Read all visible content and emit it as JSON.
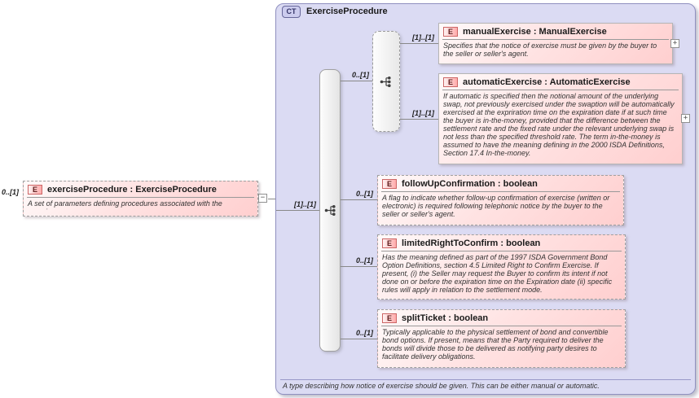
{
  "complex_type": {
    "badge": "CT",
    "name": "ExerciseProcedure",
    "footer": "A type describing how notice of exercise should be given. This can be either manual or automatic."
  },
  "root": {
    "cardinality": "0..[1]",
    "badge": "E",
    "title": "exerciseProcedure : ExerciseProcedure",
    "annotation": "A set of parameters defining procedures associated with the exercise.",
    "collapse": "−",
    "link_cardinality": "[1]..[1]"
  },
  "choice": {
    "cardinality": "0..[1]"
  },
  "elements": {
    "manualExercise": {
      "cardinality": "[1]..[1]",
      "badge": "E",
      "title": "manualExercise : ManualExercise",
      "annotation": "Specifies that the notice of exercise must be given by the buyer to the seller or seller's agent.",
      "expand": "+"
    },
    "automaticExercise": {
      "cardinality": "[1]..[1]",
      "badge": "E",
      "title": "automaticExercise : AutomaticExercise",
      "annotation": "If automatic is specified then the notional amount of the underlying swap, not previously exercised under the swaption will be automatically exercised at the expriration time on the expiration date if at such time the buyer is in-the-money, provided that the difference between the settlement rate and the fixed rate under the relevant underlying swap is not less than the specified threshold rate. The term in-the-money is assumed to have the meaning defining in the 2000 ISDA Definitions, Section 17.4 In-the-money.",
      "expand": "+"
    },
    "followUpConfirmation": {
      "cardinality": "0..[1]",
      "badge": "E",
      "title": "followUpConfirmation : boolean",
      "annotation": "A flag to indicate whether follow-up confirmation of exercise (written or electronic) is required following telephonic notice by the buyer to the seller or seller's agent."
    },
    "limitedRightToConfirm": {
      "cardinality": "0..[1]",
      "badge": "E",
      "title": "limitedRightToConfirm : boolean",
      "annotation": "Has the meaning defined as part of the 1997 ISDA Government Bond Option Definitions, section 4.5 Limited Right to Confirm Exercise. If present, (i) the Seller may request the Buyer to confirm its intent if not done on or before the expiration time on the Expiration date (ii) specific rules will apply in relation to the settlement mode."
    },
    "splitTicket": {
      "cardinality": "0..[1]",
      "badge": "E",
      "title": "splitTicket : boolean",
      "annotation": "Typically applicable to the physical settlement of bond and convertible bond options. If present, means that the Party required to deliver the bonds will divide those to be delivered as notifying party desires to facilitate delivery obligations."
    }
  }
}
